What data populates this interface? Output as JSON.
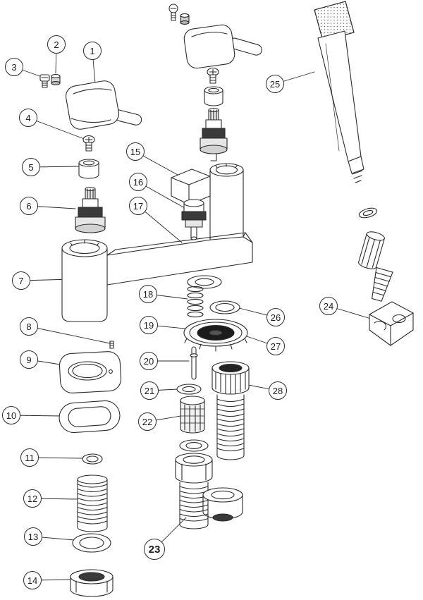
{
  "figure": {
    "kind": "exploded-parts-diagram",
    "subject": "Bath shower mixer tap exploded assembly",
    "background_color": "#ffffff",
    "line_color": "#2b2b2b",
    "callout_count": 28
  },
  "callouts": [
    {
      "label": "1",
      "part": "tap-handle"
    },
    {
      "label": "2",
      "part": "handle-cap"
    },
    {
      "label": "3",
      "part": "handle-screw"
    },
    {
      "label": "4",
      "part": "fixing-screw"
    },
    {
      "label": "5",
      "part": "cartridge-collar"
    },
    {
      "label": "6",
      "part": "ceramic-cartridge"
    },
    {
      "label": "7",
      "part": "tap-body"
    },
    {
      "label": "8",
      "part": "grub-screw"
    },
    {
      "label": "9",
      "part": "base-plate"
    },
    {
      "label": "10",
      "part": "base-gasket"
    },
    {
      "label": "11",
      "part": "washer-small"
    },
    {
      "label": "12",
      "part": "threaded-shank"
    },
    {
      "label": "13",
      "part": "washer"
    },
    {
      "label": "14",
      "part": "backnut"
    },
    {
      "label": "15",
      "part": "diverter-housing"
    },
    {
      "label": "16",
      "part": "diverter-cartridge"
    },
    {
      "label": "17",
      "part": "body-centre"
    },
    {
      "label": "18",
      "part": "spring"
    },
    {
      "label": "19",
      "part": "diverter-seat"
    },
    {
      "label": "20",
      "part": "diverter-rod"
    },
    {
      "label": "21",
      "part": "seal-washer"
    },
    {
      "label": "22",
      "part": "filter"
    },
    {
      "label": "23",
      "part": "shank-assembly",
      "emphasis": "true"
    },
    {
      "label": "24",
      "part": "wall-bracket"
    },
    {
      "label": "25",
      "part": "shower-handset"
    },
    {
      "label": "26",
      "part": "outlet-ring"
    },
    {
      "label": "27",
      "part": "diverter-flange"
    },
    {
      "label": "28",
      "part": "hose-nut"
    }
  ]
}
